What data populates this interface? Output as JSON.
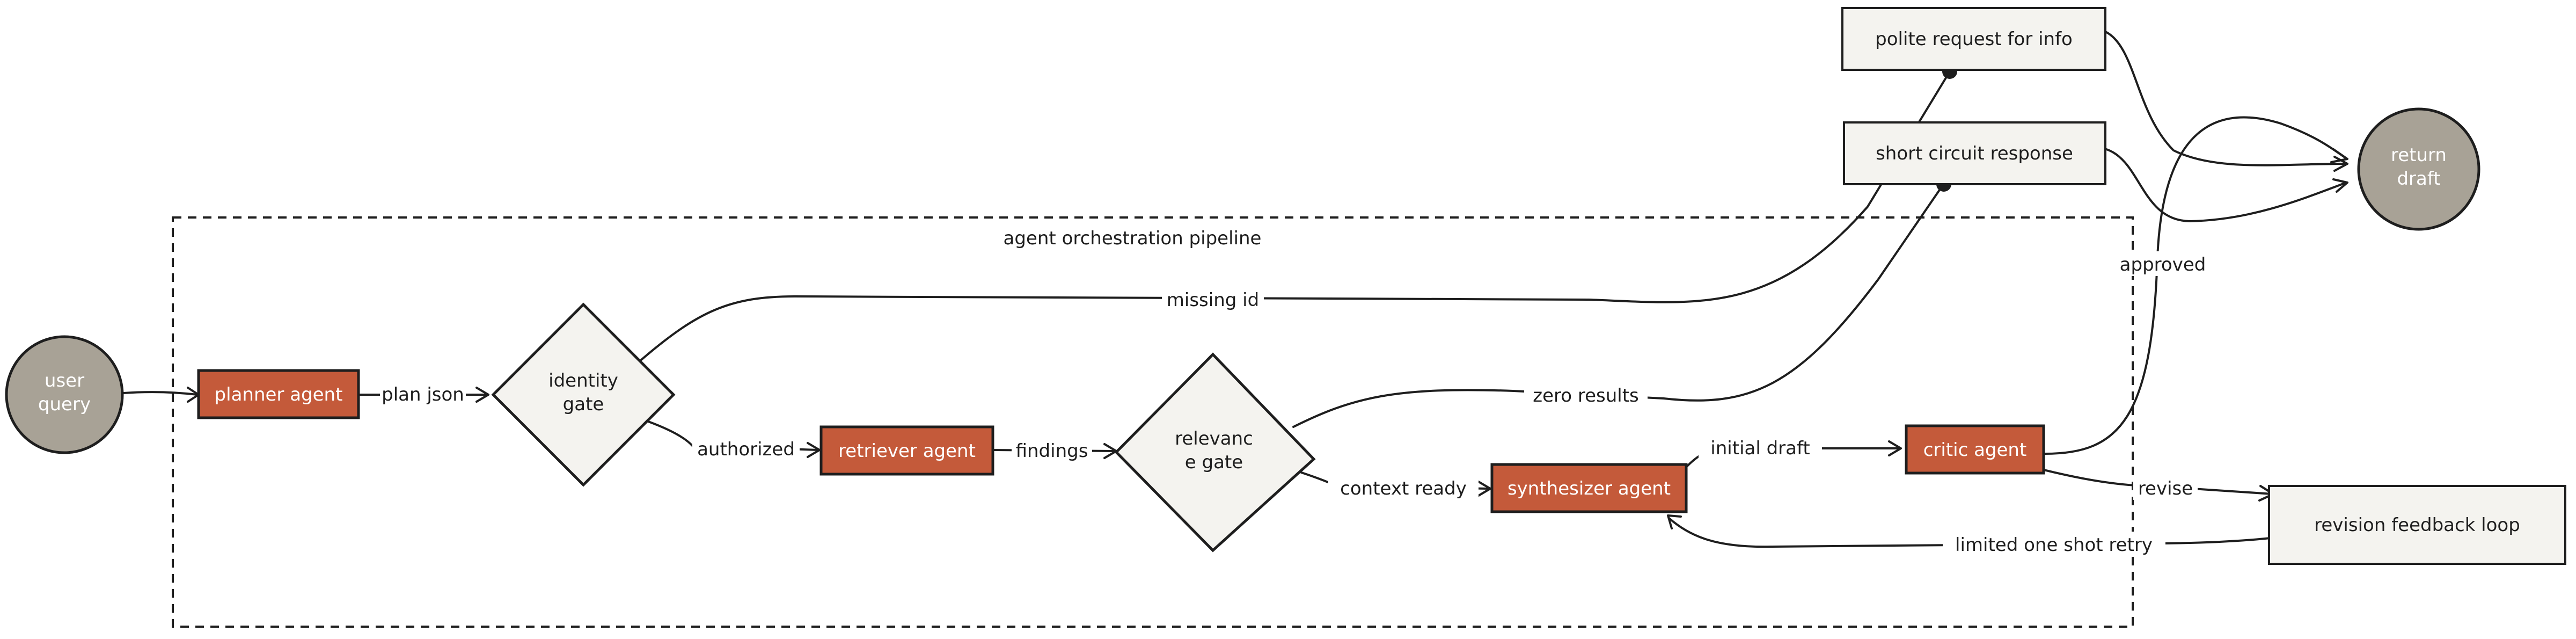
{
  "colors": {
    "agent_fill": "#c45a3a",
    "gate_fill": "#f4f3ef",
    "terminal_fill": "#a8a296",
    "box_fill": "#f4f3ef",
    "stroke": "#1e1e1e"
  },
  "diagram": {
    "group_label": "agent orchestration pipeline",
    "nodes": {
      "user_query": "user\nquery",
      "planner_agent": "planner agent",
      "identity_gate": "identity\ngate",
      "retriever_agent": "retriever agent",
      "relevance_gate": "relevanc\ne gate",
      "synthesizer_agent": "synthesizer agent",
      "critic_agent": "critic agent",
      "polite_request": "polite request for info",
      "short_circuit": "short circuit response",
      "return_draft": "return\ndraft",
      "revision_loop": "revision feedback loop"
    },
    "edges": {
      "plan_json": "plan json",
      "authorized": "authorized",
      "missing_id": "missing id",
      "findings": "findings",
      "zero_results": "zero results",
      "context_ready": "context ready",
      "initial_draft": "initial draft",
      "approved": "approved",
      "revise": "revise",
      "limited_retry": "limited one shot retry"
    }
  }
}
